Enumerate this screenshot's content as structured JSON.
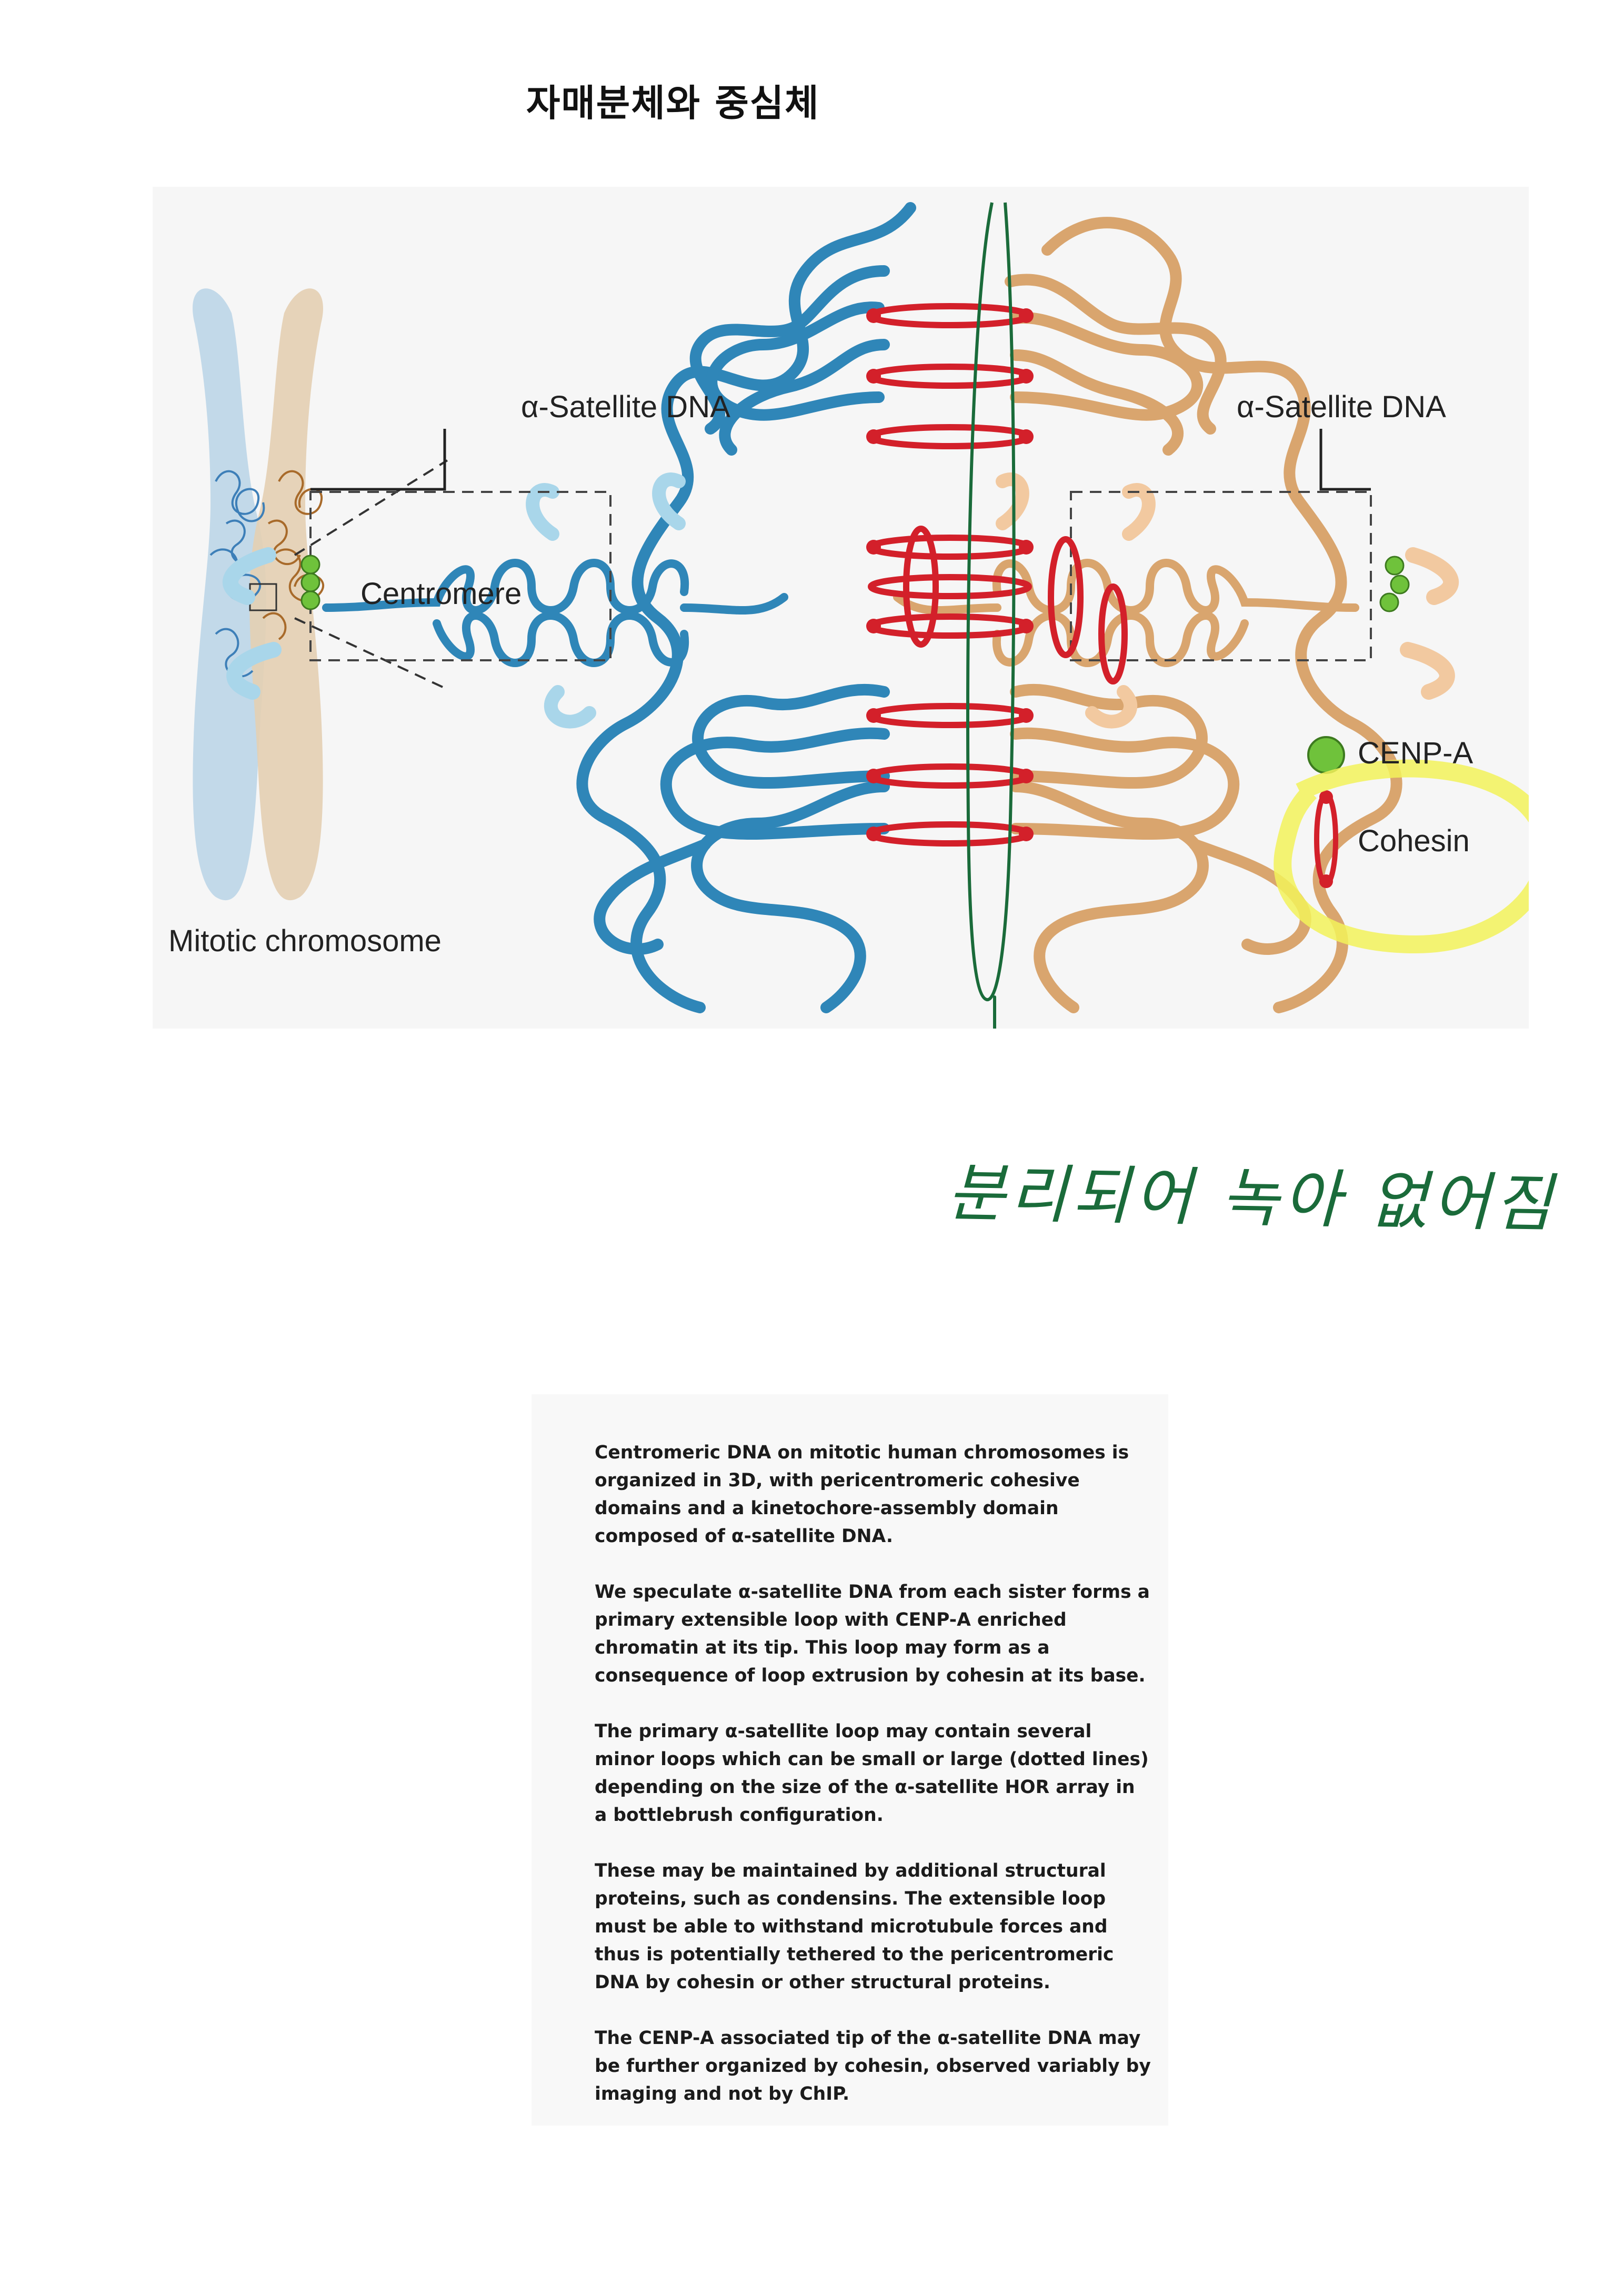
{
  "header": {
    "title": "자매분체와 중심체"
  },
  "figure": {
    "labels": {
      "alpha_satellite_left": "α-Satellite DNA",
      "alpha_satellite_right": "α-Satellite DNA",
      "centromere": "Centromere",
      "mitotic_chromosome": "Mitotic chromosome",
      "legend_cenpa": "CENP-A",
      "legend_cohesin": "Cohesin"
    },
    "colors": {
      "sister_blue": "#2f86b8",
      "sister_tan": "#d9a56e",
      "cohesin_red": "#d3202a",
      "cenpa_green": "#6fc23b",
      "annotation_green": "#1a6b3a",
      "highlight_yellow": "#f2f25a"
    }
  },
  "annotation": {
    "handwritten_note": "분리되어 녹아 없어짐"
  },
  "notes": {
    "paragraphs": [
      "Centromeric DNA on mitotic human chromosomes is organized in 3D, with pericentromeric cohesive domains and a kinetochore-assembly domain composed of α-satellite DNA.",
      "We speculate α-satellite DNA from each sister forms a primary extensible loop with CENP-A enriched chromatin at its tip. This loop may form as a consequence of loop extrusion by cohesin at its base.",
      "The primary α-satellite loop may contain several minor loops which can be small or large (dotted lines) depending on the size of the α-satellite HOR array in a bottlebrush configuration.",
      "These may be maintained by additional structural proteins, such as condensins. The extensible loop must be able to withstand microtubule forces and thus is potentially tethered to the pericentromeric DNA by cohesin or other structural proteins.",
      "The CENP-A associated tip of the α-satellite DNA may be further organized by cohesin, observed variably by imaging and not by ChIP."
    ]
  }
}
